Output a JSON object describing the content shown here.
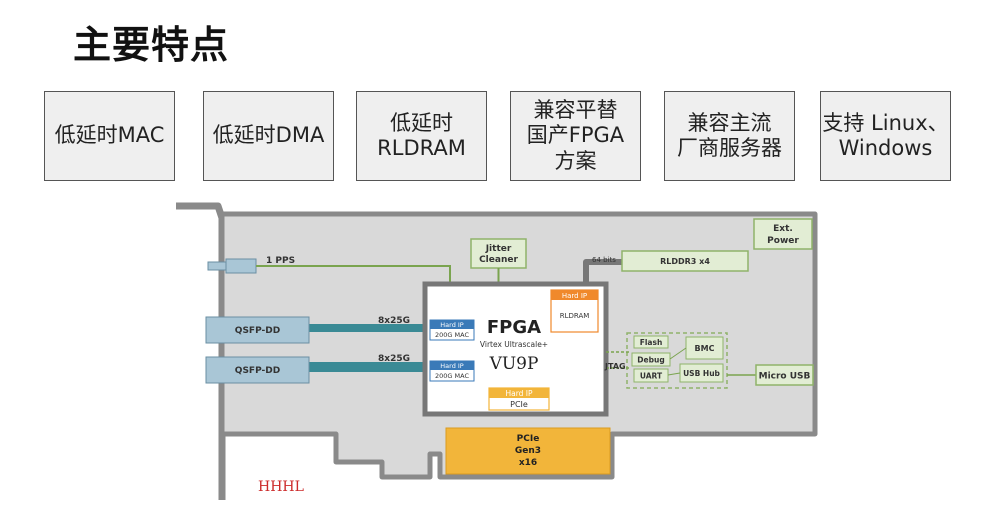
{
  "page": {
    "title": "主要特点"
  },
  "features": [
    {
      "label": "低延时MAC"
    },
    {
      "label": "低延时DMA"
    },
    {
      "label": "低延时\nRLDRAM"
    },
    {
      "label": "兼容平替\n国产FPGA\n方案"
    },
    {
      "label": "兼容主流\n厂商服务器"
    },
    {
      "label": "支持 Linux、\nWindows"
    }
  ],
  "board": {
    "pps": "1 PPS",
    "jitter_cleaner": "Jitter\nCleaner",
    "ext_power": "Ext.\nPower",
    "bits": "64 bits",
    "rlddr3": "RLDDR3 x4",
    "qsfp1": "QSFP-DD",
    "qsfp2": "QSFP-DD",
    "lane1": "8x25G",
    "lane2": "8x25G",
    "hardip_mac1_title": "Hard IP",
    "hardip_mac1_sub": "200G MAC",
    "hardip_mac2_title": "Hard IP",
    "hardip_mac2_sub": "200G MAC",
    "fpga": "FPGA",
    "fpga_family": "Virtex Ultrascale+",
    "fpga_part": "VU9P",
    "hardip_rldram_title": "Hard IP",
    "hardip_rldram_sub": "RLDRAM",
    "hardip_pcie_title": "Hard IP",
    "hardip_pcie_sub": "PCIe",
    "jtag": "JTAG",
    "flash": "Flash",
    "debug": "Debug",
    "uart": "UART",
    "bmc": "BMC",
    "usbhub": "USB Hub",
    "microusb": "Micro USB",
    "pcie_conn": "PCIe\nGen3\nx16",
    "form_factor": "HHHL"
  },
  "colors": {
    "board": "#d9d9d9",
    "board_edge": "#8a8a8a",
    "green_block": "#e2edd4",
    "green_border": "#8fb36a",
    "green_line": "#7aa44f",
    "qsfp": "#a9c6d6",
    "teal_link": "#3a8a95",
    "orange": "#f0892b",
    "pcie_gold": "#f2b53a",
    "hhhl_red": "#cc2a2a"
  }
}
